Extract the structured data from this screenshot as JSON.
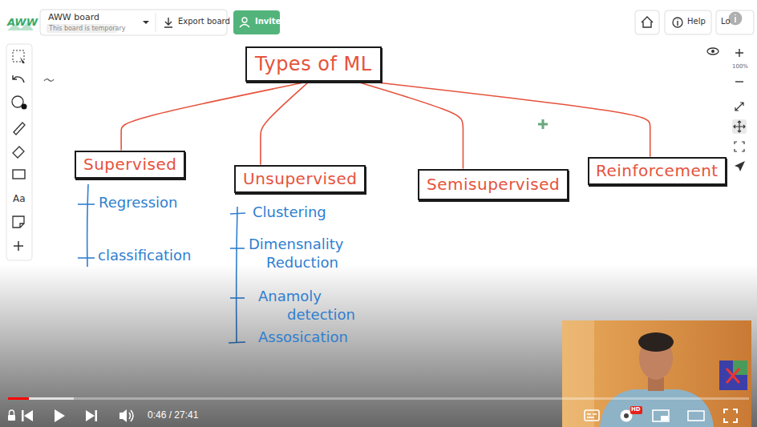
{
  "diagram": {
    "nodes": [
      {
        "text": [
          "Types of ML"
        ]
      },
      {
        "text": [
          "Supervised"
        ]
      },
      {
        "text": [
          "Unsupervised"
        ]
      },
      {
        "text": [
          "Semisupervised"
        ]
      },
      {
        "text": [
          "Reinforcement"
        ]
      }
    ],
    "edges": [
      {
        "from": 0,
        "to": 1,
        "arrow": "none"
      },
      {
        "from": 0,
        "to": 2,
        "arrow": "none"
      },
      {
        "from": 0,
        "to": 3,
        "arrow": "none"
      },
      {
        "from": 0,
        "to": 4,
        "arrow": "none"
      }
    ],
    "labels": [
      "AWW",
      "AWW board",
      "This board is temporary",
      "Export board",
      "Invite",
      "Help",
      "Lo",
      "100%",
      "Aa",
      "Regression",
      "classification",
      "Clustering",
      "Dimensnality Reduction",
      "Anamoly detection",
      "Assosication",
      "0:46 / 27:41",
      "HD"
    ]
  }
}
